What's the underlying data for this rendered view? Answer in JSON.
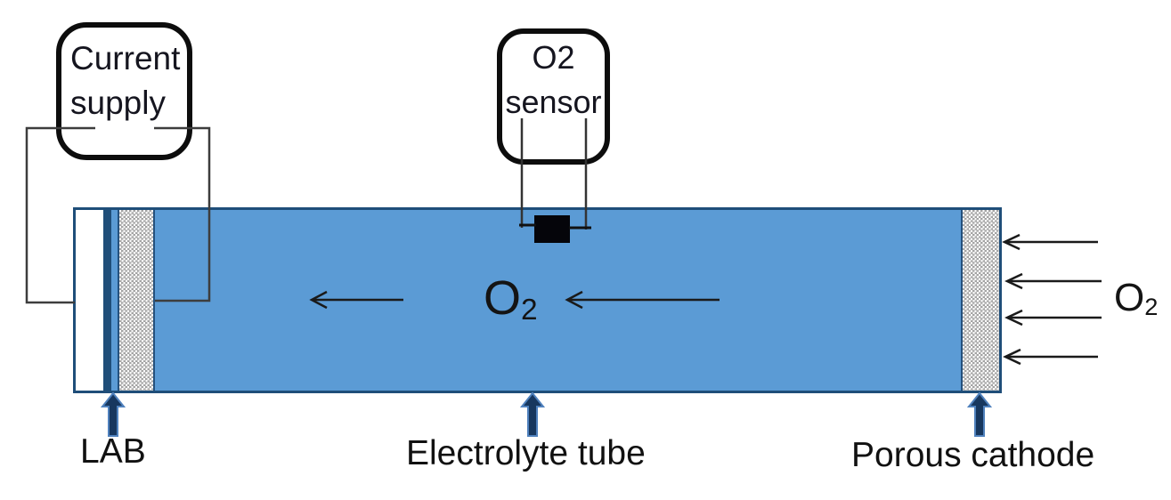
{
  "boxes": {
    "current_supply": {
      "line1": "Current",
      "line2": "supply"
    },
    "o2_sensor": {
      "gas": {
        "base": "O",
        "sub": "2"
      },
      "label": "sensor"
    }
  },
  "tube": {
    "gas_label": {
      "base": "O",
      "sub": "2"
    }
  },
  "inlet": {
    "gas_label": {
      "base": "O",
      "sub": "2"
    },
    "arrow_count": 4
  },
  "callouts": {
    "lab": "LAB",
    "electrolyte_tube": "Electrolyte tube",
    "porous_cathode": "Porous cathode"
  },
  "icons": {
    "gas_flow_arrow": "left-arrow",
    "inlet_arrow": "left-arrow",
    "callout_pointer": "up-block-arrow"
  },
  "colors": {
    "tube_fill": "#5b9bd5",
    "tube_border": "#1f4e79",
    "lab_layer": "#1f4e79",
    "electrode_hatch_dark": "#a3a3a3",
    "electrode_hatch_light": "#fbfbfb",
    "sensor_electrode": "#05050a",
    "pointer_fill": "#17375e",
    "pointer_stroke": "#4f81bd",
    "wire": "#3d3d3d",
    "text": "#141414"
  }
}
